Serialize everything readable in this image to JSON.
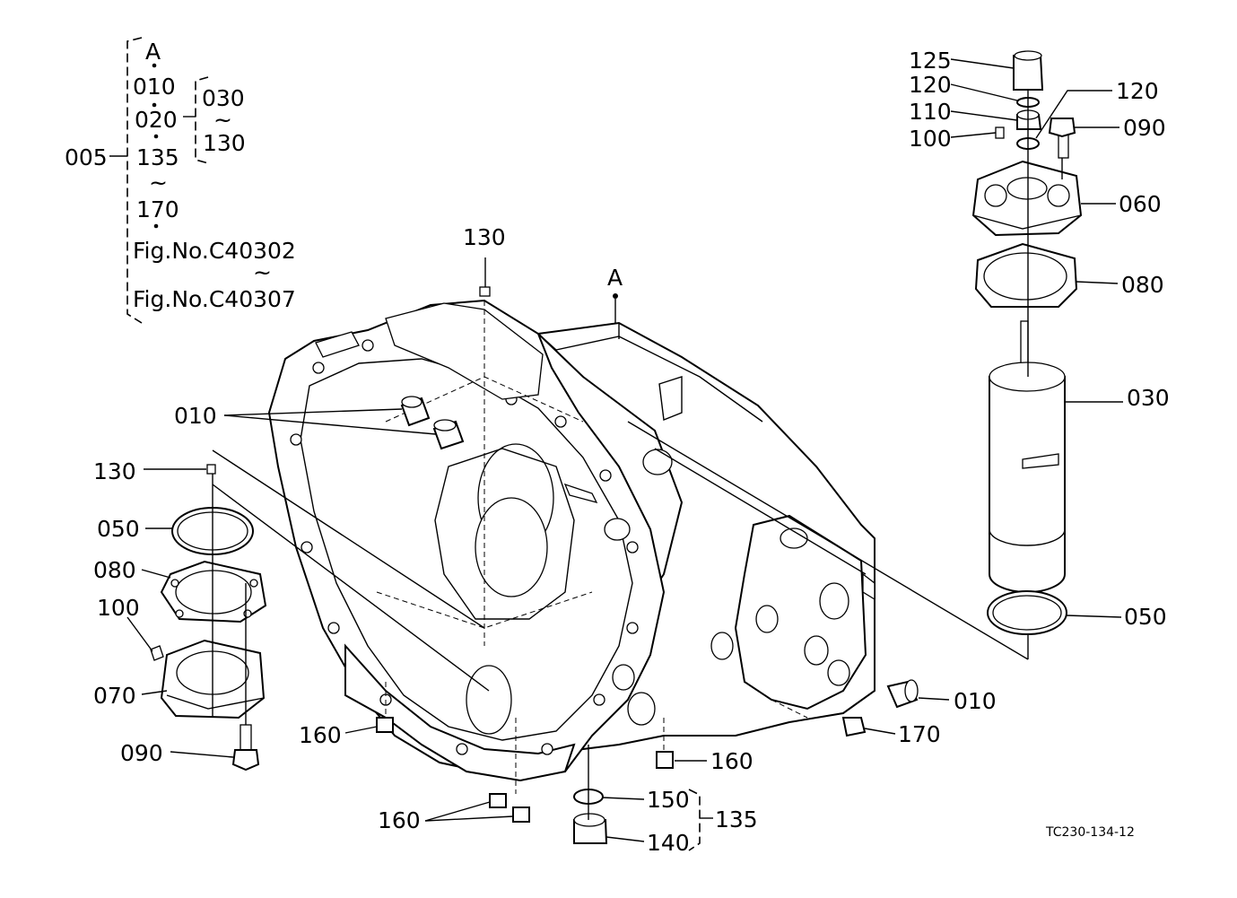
{
  "legend": {
    "ref_a": "A",
    "p010": "010",
    "p020": "020",
    "p030": "030",
    "tilde": "~",
    "p130": "130",
    "p005": "005",
    "p135": "135",
    "p170": "170",
    "fig1": "Fig.No.C40302",
    "fig2": "Fig.No.C40307"
  },
  "callouts": {
    "top_130": "130",
    "ref_a_main": "A",
    "left_010": "010",
    "left_130": "130",
    "left_050": "050",
    "left_080": "080",
    "left_100": "100",
    "left_070": "070",
    "left_090": "090",
    "bottom_160_a": "160",
    "bottom_160_b": "160",
    "bottom_160_c": "160",
    "bottom_150": "150",
    "bottom_140": "140",
    "bottom_135": "135",
    "right_010": "010",
    "right_170": "170",
    "top_125": "125",
    "top_120_a": "120",
    "top_120_b": "120",
    "top_110": "110",
    "top_100": "100",
    "top_090": "090",
    "top_060": "060",
    "top_080": "080",
    "top_030": "030",
    "top_050": "050"
  },
  "drawing_code": "TC230-134-12"
}
